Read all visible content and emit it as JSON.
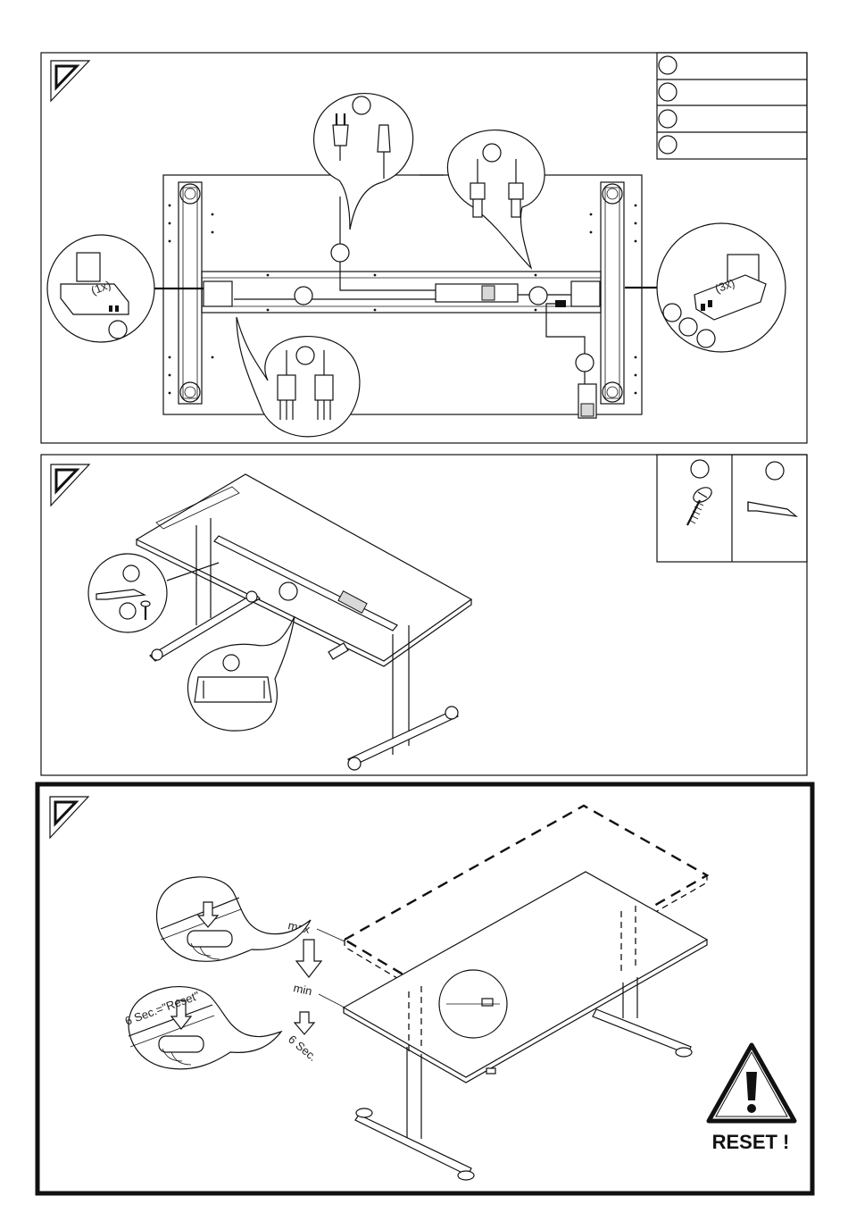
{
  "step3": {
    "badges": {
      "one_x": "(1x)",
      "three_x": "(3x)"
    }
  },
  "step5": {
    "labels": {
      "max": "max",
      "min": "min",
      "six_sec": "6 Sec.",
      "six_sec_reset": "6 Sec.=\"Reset\""
    },
    "warning_text": "RESET !"
  },
  "icons": [
    "step-corner-icon",
    "power-plug-icon",
    "motor-plug-icon",
    "screw-icon",
    "bracket-icon",
    "warning-triangle-icon",
    "down-arrow-icon"
  ]
}
